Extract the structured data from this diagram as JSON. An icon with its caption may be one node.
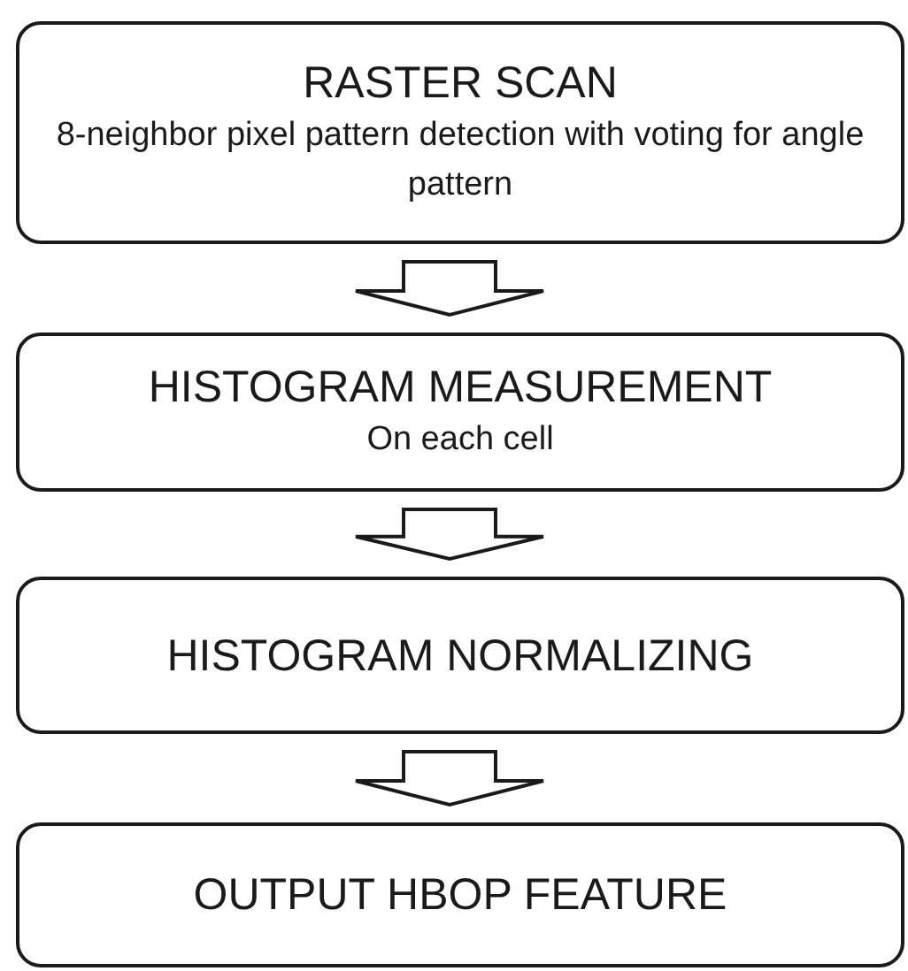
{
  "diagram": {
    "nodes": [
      {
        "text": [
          "RASTER SCAN",
          "8-neighbor pixel pattern detection with voting for angle pattern"
        ]
      },
      {
        "text": [
          "HISTOGRAM MEASUREMENT",
          "On each cell"
        ]
      },
      {
        "text": [
          "HISTOGRAM NORMALIZING"
        ]
      },
      {
        "text": [
          "OUTPUT HBOP FEATURE"
        ]
      }
    ],
    "edges": [
      {
        "from": 0,
        "to": 1,
        "arrow": "to"
      },
      {
        "from": 1,
        "to": 2,
        "arrow": "to"
      },
      {
        "from": 2,
        "to": 3,
        "arrow": "to"
      }
    ]
  }
}
